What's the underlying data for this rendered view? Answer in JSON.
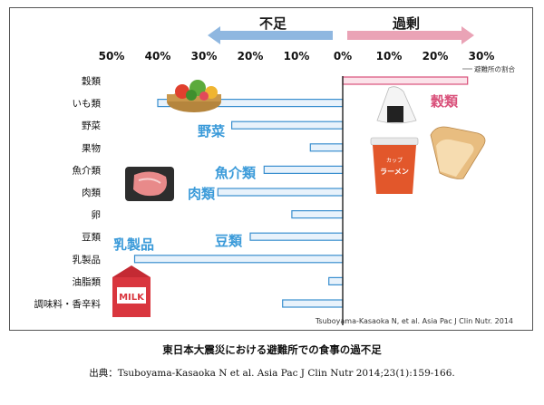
{
  "chart_data": {
    "type": "bar",
    "orientation": "horizontal-diverging",
    "categories": [
      "穀類",
      "いも類",
      "野菜",
      "果物",
      "魚介類",
      "肉類",
      "卵",
      "豆類",
      "乳製品",
      "油脂類",
      "調味料・香辛料"
    ],
    "values": [
      27,
      -40,
      -24,
      -7,
      -17,
      -27,
      -11,
      -20,
      -45,
      -3,
      -13
    ],
    "shortage_label": "不足",
    "excess_label": "過剰",
    "tick_labels": [
      "50%",
      "40%",
      "30%",
      "20%",
      "10%",
      "0%",
      "10%",
      "20%",
      "30%"
    ],
    "tick_values": [
      -50,
      -40,
      -30,
      -20,
      -10,
      0,
      10,
      20,
      30
    ],
    "xlim": [
      -50,
      30
    ],
    "axis_note": "避難所の割合",
    "grid": false,
    "colors": {
      "shortage": "#3a8fcf",
      "shortage_fill": "#e8f2fb",
      "excess": "#d9507a",
      "excess_fill": "#fbe3ea",
      "zero_axis": "#222222"
    },
    "annotations": [
      "野菜",
      "魚介類",
      "肉類",
      "豆類",
      "乳製品",
      "穀類"
    ],
    "credit": "Tsuboyama-Kasaoka N, et al. Asia Pac J Clin Nutr. 2014"
  },
  "illustrations": {
    "milk_text": "MILK",
    "cup_noodle_top": "カップ",
    "cup_noodle_main": "ラーメン"
  },
  "caption": {
    "title": "東日本大震災における避難所での食事の過不足",
    "source": "出典：Tsuboyama-Kasaoka N et al. Asia Pac J Clin Nutr 2014;23(1):159-166."
  }
}
